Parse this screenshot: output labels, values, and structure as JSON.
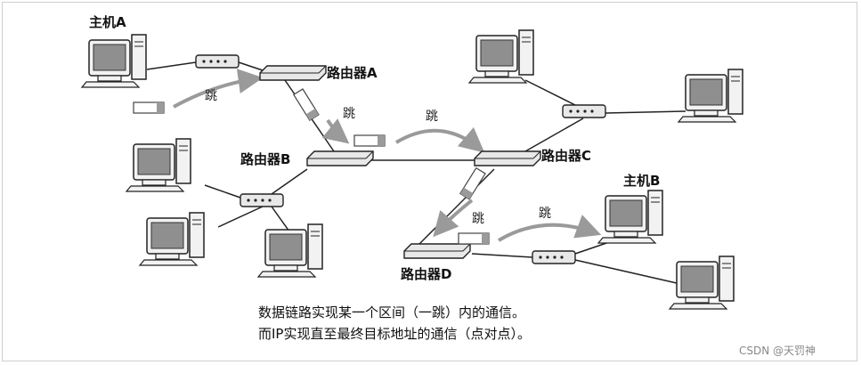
{
  "labels": {
    "host_a": "主机A",
    "host_b": "主机B",
    "router_a": "路由器A",
    "router_b": "路由器B",
    "router_c": "路由器C",
    "router_d": "路由器D",
    "hop": "跳"
  },
  "caption": {
    "line1": "数据链路实现某一个区间（一跳）内的通信。",
    "line2": "而IP实现直至最终目标地址的通信（点对点）。"
  },
  "watermark": "CSDN @天罚神",
  "colors": {
    "line": "#222222",
    "arrow": "#9a9a9a",
    "screen": "#8f8f8f"
  }
}
